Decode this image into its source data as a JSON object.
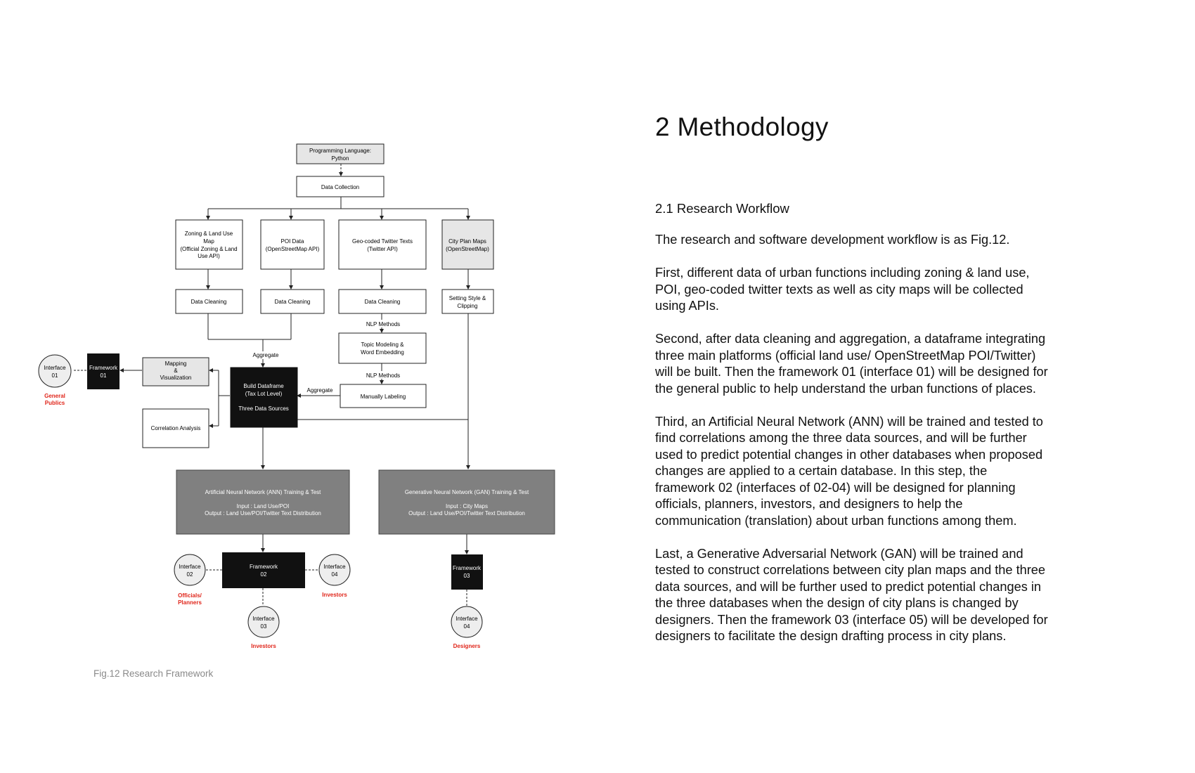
{
  "diagram": {
    "programming_language": "Programming Language:",
    "python": "Python",
    "data_collection": "Data Collection",
    "zoning": [
      "Zoning & Land Use",
      "Map",
      "(Official Zoning & Land",
      "Use API)"
    ],
    "poi": [
      "POI Data",
      "(OpenStreetMap API)"
    ],
    "twitter": [
      "Geo-coded Twitter Texts",
      "(Twitter API)"
    ],
    "city_plan": [
      "City Plan Maps",
      "(OpenStreetMap)"
    ],
    "data_cleaning": "Data Cleaning",
    "setting_style": [
      "Setting Style &",
      "Clipping"
    ],
    "nlp_methods": "NLP Methods",
    "topic_modeling": [
      "Topic Modeling &",
      "Word Embedding"
    ],
    "manually_labeling": "Manually Labeling",
    "aggregate": "Aggregate",
    "build_dataframe": [
      "Build Dataframe",
      "(Tax Lot Level)",
      "",
      "Three Data Sources"
    ],
    "mapping": [
      "Mapping",
      "&",
      "Visualization"
    ],
    "correlation": "Correlation Analysis",
    "framework_01": [
      "Framework",
      "01"
    ],
    "interface_01": [
      "Interface",
      "01"
    ],
    "general_publics": [
      "General",
      "Publics"
    ],
    "ann": [
      "Artificial Neural Network (ANN) Training & Test",
      "",
      "Input : Land Use/POI",
      "Output : Land Use/POI/Twitter Text Distribution"
    ],
    "gan": [
      "Generative Neural Network (GAN) Training & Test",
      "",
      "Input : City Maps",
      "Output : Land Use/POI/Twitter Text Distribution"
    ],
    "framework_02": [
      "Framework",
      "02"
    ],
    "framework_03": [
      "Framework",
      "03"
    ],
    "interface_02": [
      "Interface",
      "02"
    ],
    "interface_03": [
      "Interface",
      "03"
    ],
    "interface_04a": [
      "Interface",
      "04"
    ],
    "interface_04b": [
      "Interface",
      "04"
    ],
    "officials_planners": [
      "Officials/",
      "Planners"
    ],
    "investors_right": "Investors",
    "investors_bottom": "Investors",
    "designers": "Designers",
    "colors": {
      "accent_red": "#e0261b",
      "dark": "#111111",
      "ann_gray": "#808080",
      "light_gray": "#e6e6e6"
    }
  },
  "caption": "Fig.12 Research Framework",
  "article": {
    "title": "2 Methodology",
    "section": "2.1 Research Workflow",
    "paragraphs": [
      "The research and software development workflow is as Fig.12.",
      "First, different data of urban functions including zoning & land use, POI, geo-coded twitter texts as well as city maps will be collected using APIs.",
      "Second, after data cleaning and aggregation, a dataframe integrating three main platforms (official land use/ OpenStreetMap POI/Twitter) will be built. Then the framework 01 (interface 01) will be designed for the general public to help understand the urban functions of places.",
      "Third, an Artificial Neural Network (ANN) will be trained and tested to find correlations among the three data sources, and will be further used to predict potential changes in other databases when proposed changes are applied to a certain database. In this step, the framework 02 (interfaces of 02-04) will be designed for planning officials, planners, investors, and designers to help the communication (translation) about urban functions among them.",
      "Last, a Generative Adversarial Network (GAN) will be trained and tested to construct correlations between city plan maps and the three data sources, and will be further used to predict potential changes in the three databases when the design of city plans is changed by designers. Then the framework 03 (interface 05) will be developed for designers to facilitate the design drafting process in city plans."
    ]
  }
}
